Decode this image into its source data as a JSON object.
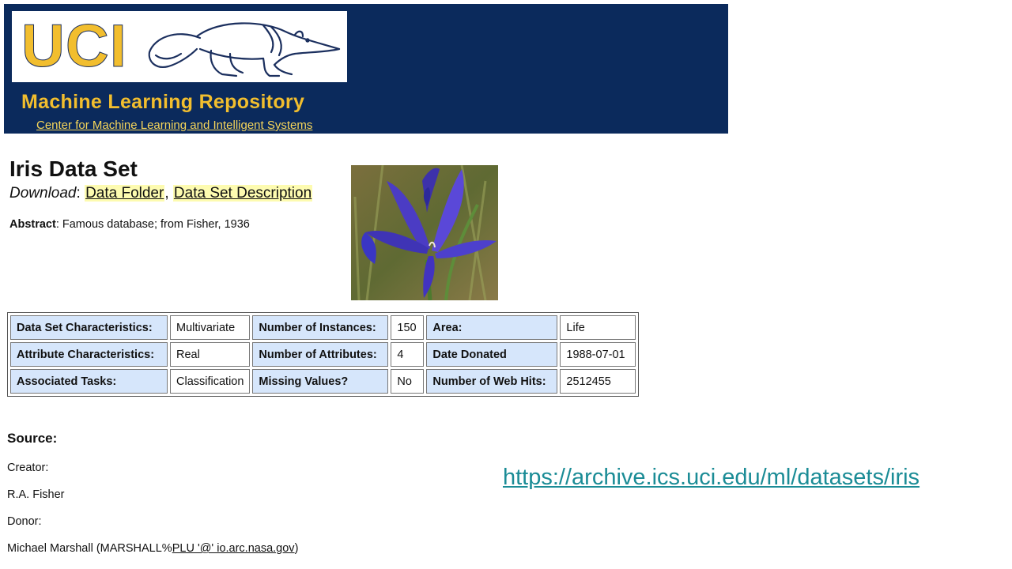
{
  "header": {
    "logo_text": "UCI",
    "title": "Machine Learning Repository",
    "subtitle": "Center for Machine Learning and Intelligent Systems"
  },
  "dataset": {
    "title": "Iris Data Set",
    "download_label": "Download",
    "download_sep": ":",
    "link_data_folder": "Data Folder",
    "link_sep": ",",
    "link_description": "Data Set Description",
    "abstract_label": "Abstract",
    "abstract_text": ": Famous database; from Fisher, 1936"
  },
  "table": {
    "rows": [
      [
        {
          "k": "Data Set Characteristics:",
          "v": "Multivariate"
        },
        {
          "k": "Number of Instances:",
          "v": "150"
        },
        {
          "k": "Area:",
          "v": "Life"
        }
      ],
      [
        {
          "k": "Attribute Characteristics:",
          "v": "Real"
        },
        {
          "k": "Number of Attributes:",
          "v": "4"
        },
        {
          "k": "Date Donated",
          "v": "1988-07-01"
        }
      ],
      [
        {
          "k": "Associated Tasks:",
          "v": "Classification"
        },
        {
          "k": "Missing Values?",
          "v": "No"
        },
        {
          "k": "Number of Web Hits:",
          "v": "2512455"
        }
      ]
    ]
  },
  "source": {
    "heading": "Source:",
    "creator_label": "Creator:",
    "creator_name": "R.A. Fisher",
    "donor_label": "Donor:",
    "donor_prefix": "Michael Marshall (MARSHALL%",
    "donor_link": "PLU '@' io.arc.nasa.gov",
    "donor_suffix": ")"
  },
  "url": "https://archive.ics.uci.edu/ml/datasets/iris",
  "colors": {
    "banner": "#0b2a5c",
    "gold": "#f2be2e",
    "key_cell": "#d6e6fb",
    "link_highlight": "#fdfbb0",
    "url": "#1b8c96"
  },
  "icons": {
    "logo": "anteater-icon",
    "image": "iris-flower-image"
  }
}
